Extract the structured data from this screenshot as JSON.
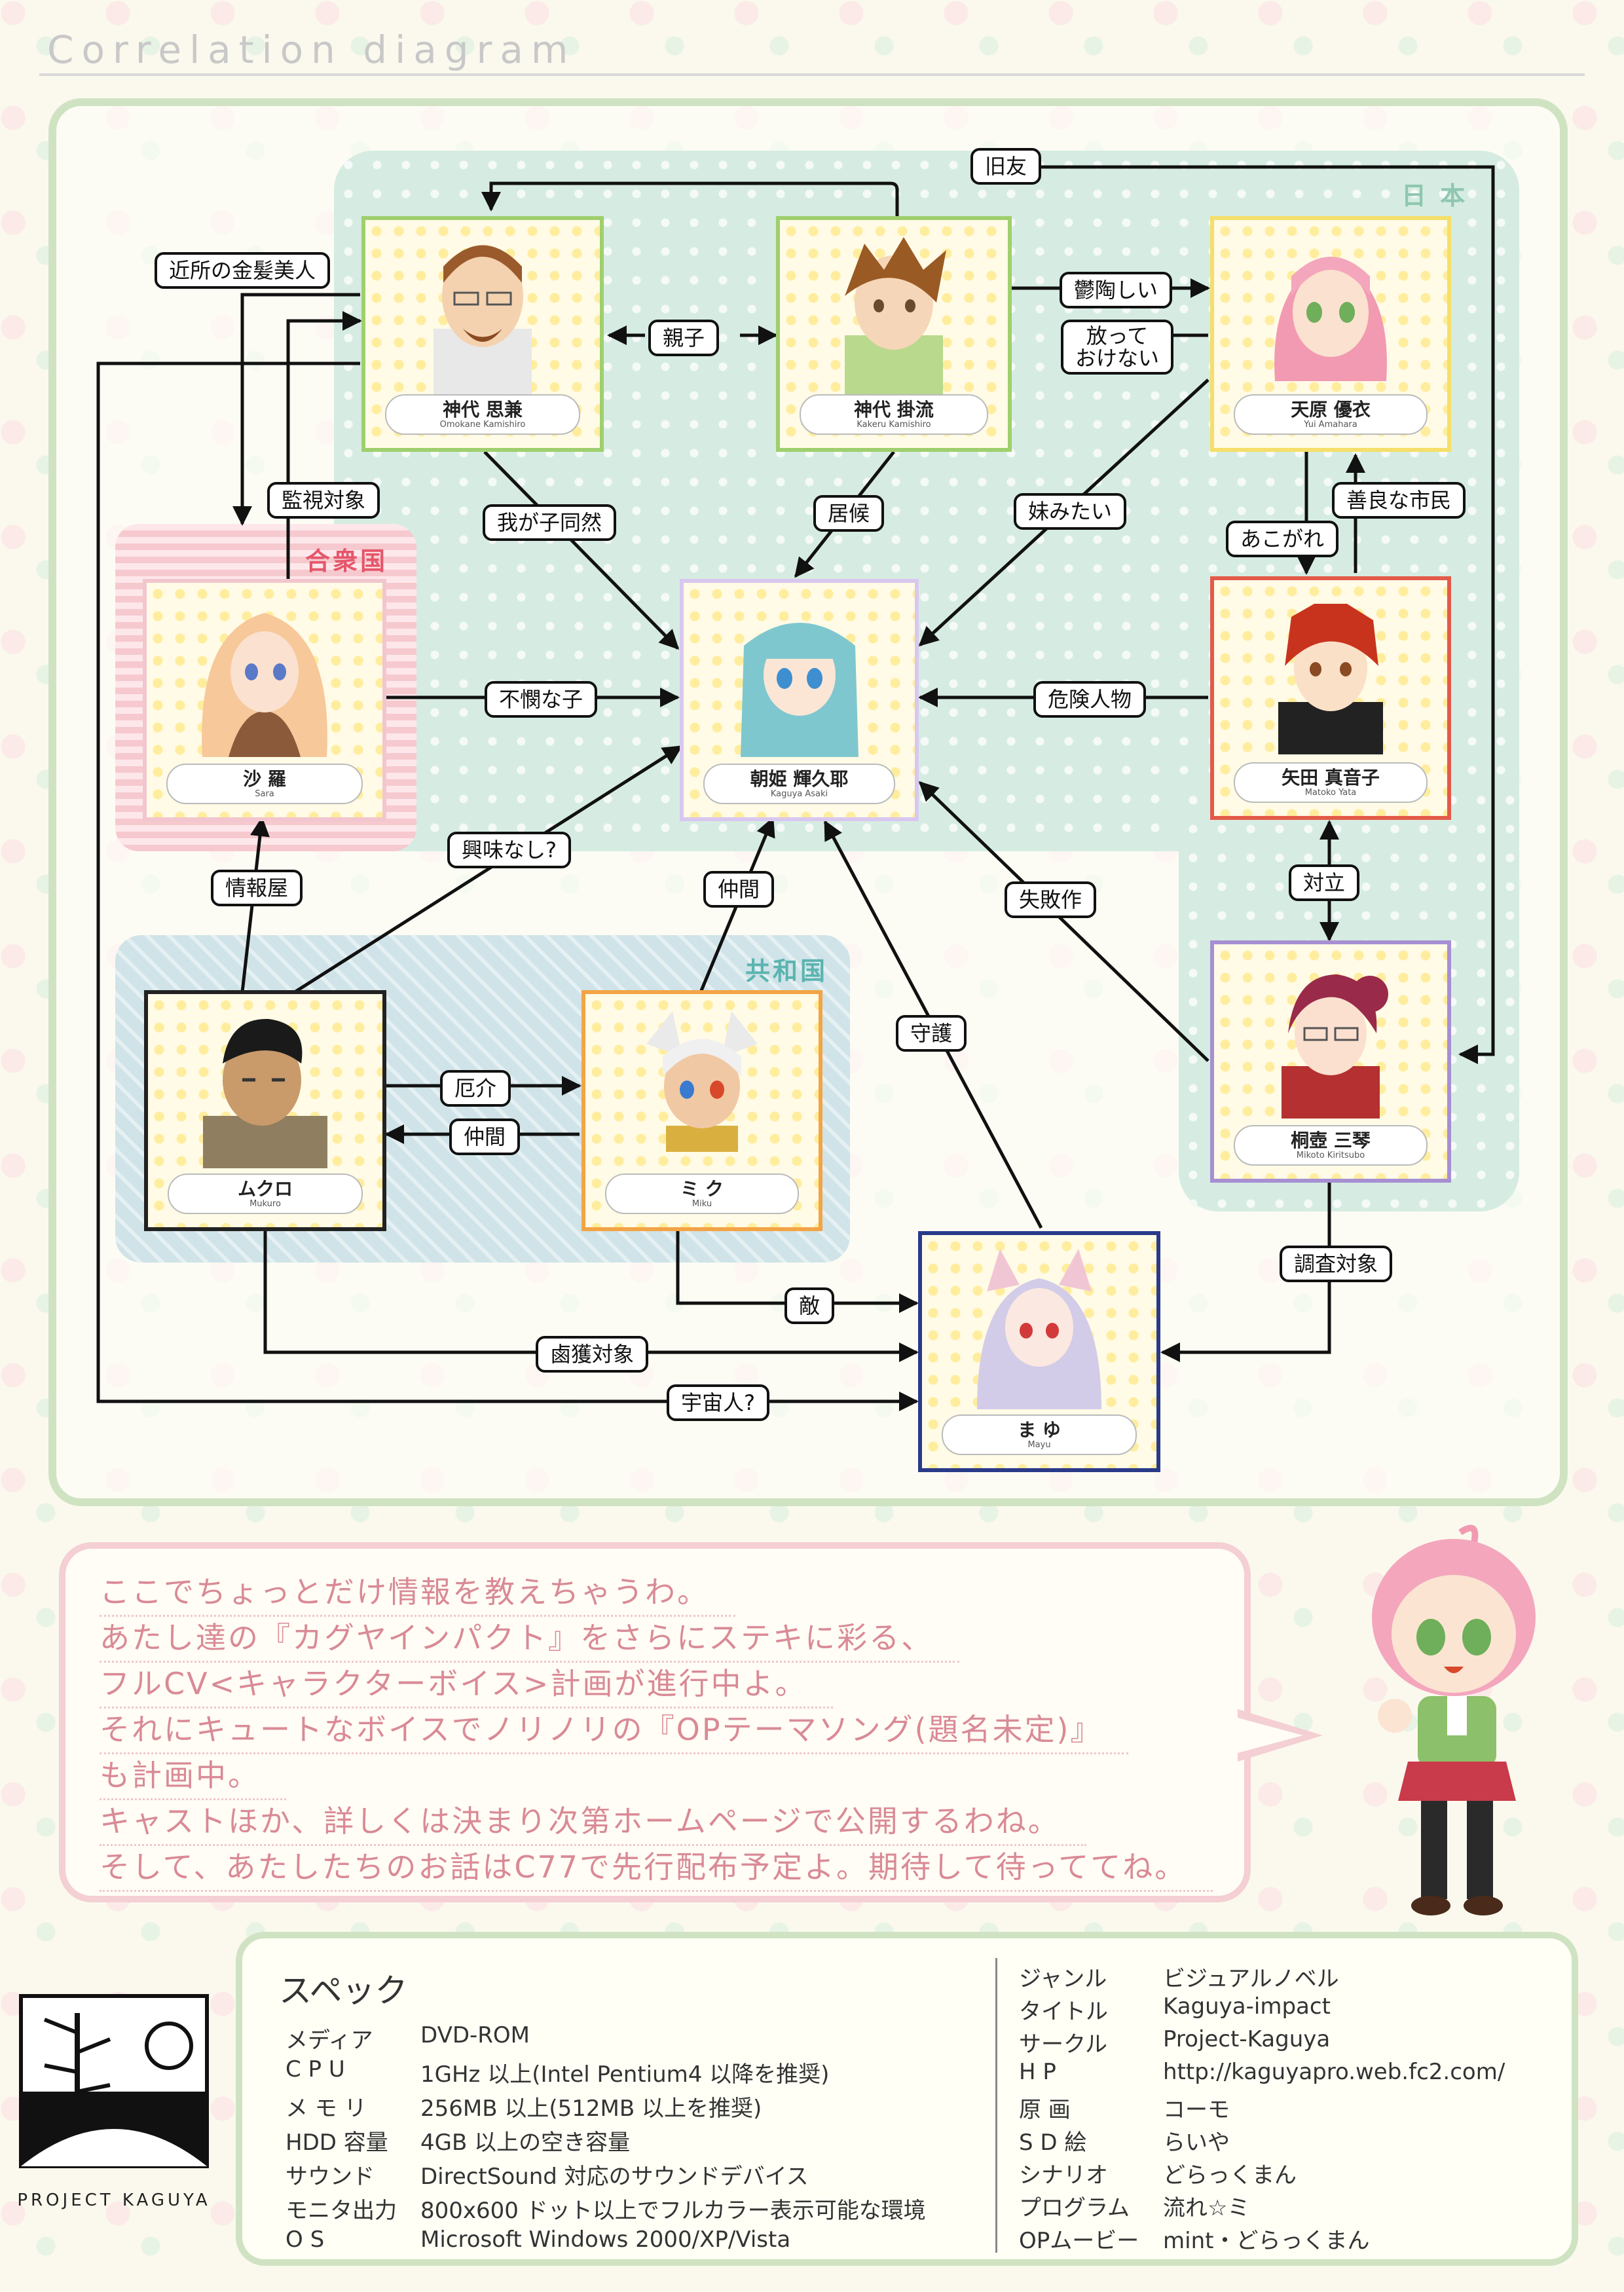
{
  "header": {
    "title": "Correlation diagram"
  },
  "regions": {
    "japan": "日 本",
    "gasshukoku": "合衆国",
    "kyowakoku": "共和国"
  },
  "characters": {
    "omokane": {
      "jp": "神代 思兼",
      "rm": "Omokane Kamishiro"
    },
    "kakeru": {
      "jp": "神代 掛流",
      "rm": "Kakeru Kamishiro"
    },
    "yui": {
      "jp": "天原 優衣",
      "rm": "Yui Amahara"
    },
    "sara": {
      "jp": "沙 羅",
      "rm": "Sara"
    },
    "kaguya": {
      "jp": "朝姫 輝久耶",
      "rm": "Kaguya Asaki"
    },
    "matoko": {
      "jp": "矢田 真音子",
      "rm": "Matoko Yata"
    },
    "mikoto": {
      "jp": "桐壺 三琴",
      "rm": "Mikoto Kiritsubo"
    },
    "mukuro": {
      "jp": "ムクロ",
      "rm": "Mukuro"
    },
    "miku": {
      "jp": "ミ ク",
      "rm": "Miku"
    },
    "mayu": {
      "jp": "ま ゆ",
      "rm": "Mayu"
    }
  },
  "relations": {
    "kyuyu": "旧友",
    "kinjo": "近所の金髪美人",
    "oyako": "親子",
    "uttoshii": "鬱陶しい",
    "hotte": "放って\nおけない",
    "kanshi": "監視対象",
    "wagako": "我が子同然",
    "isoro": "居候",
    "imouto": "妹みたい",
    "akogare": "あこがれ",
    "zenryo": "善良な市民",
    "fubin": "不憫な子",
    "kiken": "危険人物",
    "kyomi": "興味なし?",
    "johoya": "情報屋",
    "nakama1": "仲間",
    "shippai": "失敗作",
    "tairitsu": "対立",
    "yakkai": "厄介",
    "nakama2": "仲間",
    "shugo": "守護",
    "chosa": "調査対象",
    "teki": "敵",
    "hokaku": "鹵獲対象",
    "uchujin": "宇宙人?"
  },
  "message": {
    "lines": [
      "ここでちょっとだけ情報を教えちゃうわ。",
      "あたし達の『カグヤインパクト』をさらにステキに彩る、",
      "フルCV<キャラクターボイス>計画が進行中よ。",
      "それにキュートなボイスでノリノリの『OPテーマソング(題名未定)』",
      "も計画中。",
      "キャストほか、詳しくは決まり次第ホームページで公開するわね。",
      "そして、あたしたちのお話はC77で先行配布予定よ。期待して待っててね。"
    ]
  },
  "specs": {
    "title": "スペック",
    "left": [
      {
        "key": "メディア",
        "value": "DVD-ROM"
      },
      {
        "key": "C P U",
        "value": "1GHz 以上(Intel Pentium4 以降を推奨)"
      },
      {
        "key": "メ モ リ",
        "value": "256MB 以上(512MB 以上を推奨)"
      },
      {
        "key": "HDD 容量",
        "value": "4GB 以上の空き容量"
      },
      {
        "key": "サウンド",
        "value": "DirectSound 対応のサウンドデバイス"
      },
      {
        "key": "モニタ出力",
        "value": "800x600 ドット以上でフルカラー表示可能な環境"
      },
      {
        "key": "O S",
        "value": "Microsoft Windows 2000/XP/Vista"
      }
    ],
    "right": [
      {
        "key": "ジャンル",
        "value": "ビジュアルノベル"
      },
      {
        "key": "タイトル",
        "value": "Kaguya-impact"
      },
      {
        "key": "サークル",
        "value": "Project-Kaguya"
      },
      {
        "key": "H P",
        "value": "http://kaguyapro.web.fc2.com/"
      },
      {
        "key": "原 画",
        "value": "コーモ"
      },
      {
        "key": "S D 絵",
        "value": "らいや"
      },
      {
        "key": "シナリオ",
        "value": "どらっくまん"
      },
      {
        "key": "プログラム",
        "value": "流れ☆ミ"
      },
      {
        "key": "OPムービー",
        "value": "mint・どらっくまん"
      }
    ]
  },
  "logo": {
    "text": "PROJECT KAGUYA"
  },
  "colors": {
    "japan_region": "#d6ece2",
    "gasshukoku_region": "#f6c9cf",
    "kyowakoku_region": "#cfe3e8",
    "frame": "#cfe3c2",
    "speech_text": "#d98a96"
  }
}
